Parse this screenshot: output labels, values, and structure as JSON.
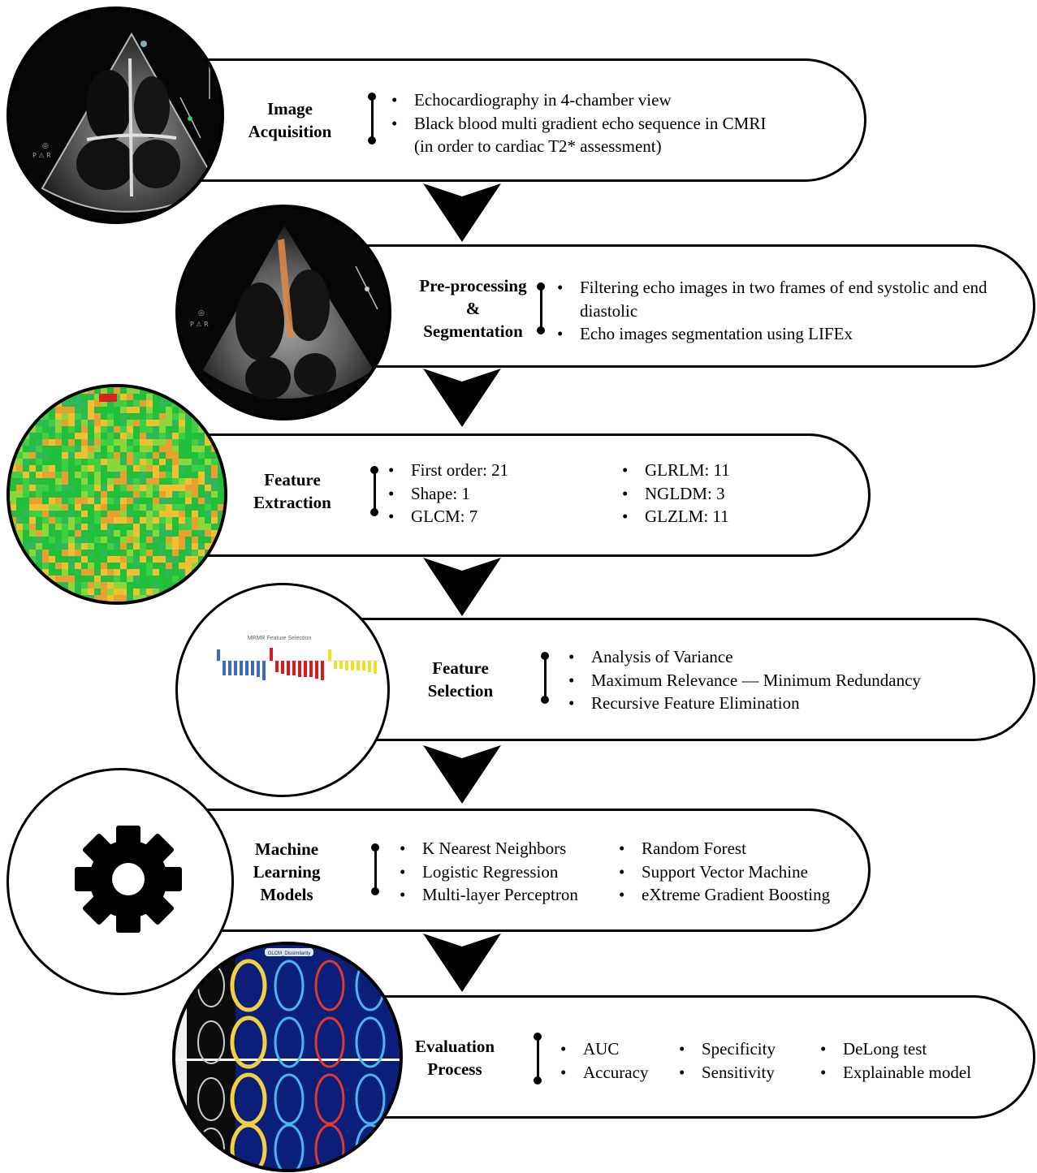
{
  "stages": [
    {
      "title": [
        "Image",
        "Acquisition"
      ],
      "items": [
        "Echocardiography in 4-chamber view",
        "Black blood multi gradient echo sequence in CMRI (in order to cardiac T2* assessment)"
      ]
    },
    {
      "title": [
        "Pre-processing",
        "&",
        "Segmentation"
      ],
      "items": [
        "Filtering echo images in two frames of end systolic and end diastolic",
        "Echo images segmentation using LIFEx"
      ]
    },
    {
      "title": [
        "Feature",
        "Extraction"
      ],
      "columns": [
        [
          "First order: 21",
          "Shape: 1",
          "GLCM: 7"
        ],
        [
          "GLRLM: 11",
          "NGLDM: 3",
          "GLZLM: 11"
        ]
      ]
    },
    {
      "title": [
        "Feature",
        "Selection"
      ],
      "items": [
        "Analysis of Variance",
        "Maximum Relevance — Minimum Redundancy",
        "Recursive Feature Elimination"
      ]
    },
    {
      "title": [
        "Machine",
        "Learning",
        "Models"
      ],
      "columns": [
        [
          "K Nearest Neighbors",
          "Logistic Regression",
          "Multi-layer Perceptron"
        ],
        [
          "Random Forest",
          "Support Vector Machine",
          "eXtreme Gradient Boosting"
        ]
      ]
    },
    {
      "title": [
        "Evaluation",
        "Process"
      ],
      "columns": [
        [
          "AUC",
          "Accuracy"
        ],
        [
          "Specificity",
          "Sensitivity"
        ],
        [
          "DeLong test",
          "Explainable model"
        ]
      ]
    }
  ],
  "images": {
    "echo_view": "echocardiography-4-chamber-image",
    "segmented_echo": "segmented-echo-image",
    "heatmap": "feature-heatmap-image",
    "mrmr_chart_title": "MRMR Feature Selection",
    "ml_icon": "gear-icon",
    "evaluation": "glcm-feature-maps-image",
    "evaluation_label": "GLCM_Dissimilarity"
  },
  "colors": {
    "heatmap_green": "#22c03a",
    "heatmap_orange": "#e8a030",
    "bar_blue": "#3b6cc4",
    "bar_red": "#dd1a1a",
    "bar_yellow": "#f0e020"
  }
}
